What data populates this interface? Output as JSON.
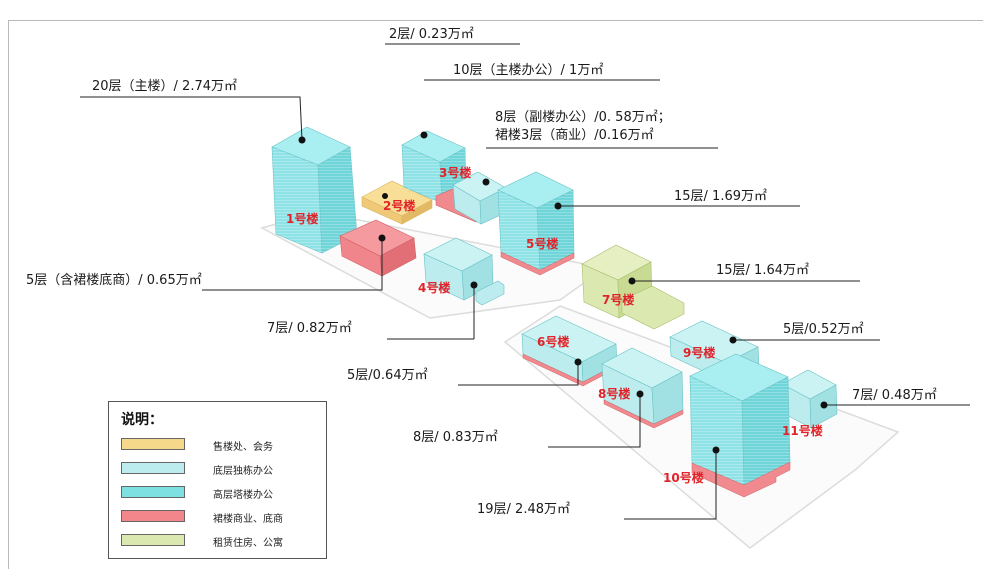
{
  "colors": {
    "sales": "#f6d88b",
    "low_office": "#bdecee",
    "high_office": "#7fe0e2",
    "retail": "#f3868a",
    "rental": "#dbe9b0",
    "label_red": "#e0232a"
  },
  "annotations": {
    "b1": "20层（主楼）/ 2.74万㎡",
    "b2": "2层/ 0.23万㎡",
    "b3_main": "10层（主楼办公）/ 1万㎡",
    "b3_side_1": "8层（副楼办公）/0. 58万㎡；",
    "b3_side_2": "裙楼3层（商业）/0.16万㎡",
    "b5": "15层/ 1.69万㎡",
    "b7": "15层/ 1.64万㎡",
    "podium": "5层（含裙楼底商）/ 0.65万㎡",
    "b4": "7层/ 0.82万㎡",
    "b9": "5层/0.52万㎡",
    "b6": "5层/0.64万㎡",
    "b11": "7层/ 0.48万㎡",
    "b8": "8层/ 0.83万㎡",
    "b10": "19层/ 2.48万㎡"
  },
  "building_labels": {
    "b1": "1号楼",
    "b2": "2号楼",
    "b3": "3号楼",
    "b4": "4号楼",
    "b5": "5号楼",
    "b6": "6号楼",
    "b7": "7号楼",
    "b8": "8号楼",
    "b9": "9号楼",
    "b10": "10号楼",
    "b11": "11号楼"
  },
  "legend": {
    "title": "说明：",
    "items": [
      {
        "label": "售楼处、会务",
        "color_key": "sales"
      },
      {
        "label": "底层独栋办公",
        "color_key": "low_office"
      },
      {
        "label": "高层塔楼办公",
        "color_key": "high_office"
      },
      {
        "label": "裙楼商业、底商",
        "color_key": "retail"
      },
      {
        "label": "租赁住房、公寓",
        "color_key": "rental"
      }
    ]
  }
}
